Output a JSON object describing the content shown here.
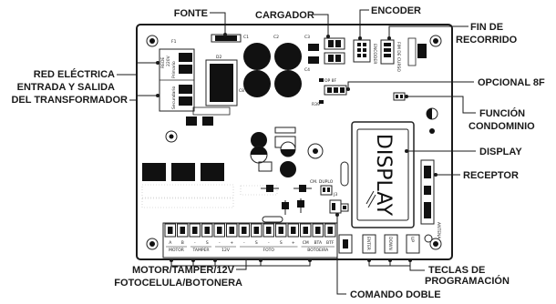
{
  "labels": {
    "fonte": "FONTE",
    "cargador": "CARGADOR",
    "encoder": "ENCODER",
    "fin_line1": "FIN DE",
    "fin_line2": "RECORRIDO",
    "red_line1": "RED ELÉCTRICA",
    "red_line2": "ENTRADA Y SALIDA",
    "red_line3": "DEL TRANSFORMADOR",
    "opcional": "OPCIONAL 8F",
    "funcion_line1": "FUNCIÓN",
    "funcion_line2": "CONDOMINIO",
    "display": "DISPLAY",
    "receptor": "RECEPTOR",
    "motor_line1": "MOTOR/TAMPER/12V",
    "motor_line2": "FOTOCELULA/BOTONERA",
    "teclas_line1": "TECLAS DE",
    "teclas_line2": "PROGRAMACIÓN",
    "comando": "COMANDO DOBLE"
  },
  "board": {
    "display_text": "DISPLAY",
    "transfo_label": "REDE",
    "transfo_v": "220V",
    "primario": "Primario",
    "secundario": "Secundario",
    "f1": "F1",
    "d2": "D2",
    "c8": "C8",
    "c1": "C1",
    "c2": "C2",
    "c3": "C3",
    "c4": "C4",
    "r39": "R39",
    "encoder_hdr": "ENCODER",
    "fin_hdr": "FIM DE CURSO",
    "op8f": "OP 8F",
    "cm_duplo": "CM. DUPLO",
    "j3": "J3",
    "antena": "ANTENA",
    "keys": [
      "ENTER",
      "DOWN",
      "UP"
    ],
    "terminals": [
      "A",
      "B",
      "-",
      "S",
      "-",
      "+",
      "-",
      "S",
      "-",
      "S",
      "+",
      "CM",
      "BTA",
      "BTF"
    ],
    "terminal_groups": [
      "MOTOR",
      "TAMPER",
      "12V",
      "FOTO",
      "BOTOEIRA"
    ]
  }
}
